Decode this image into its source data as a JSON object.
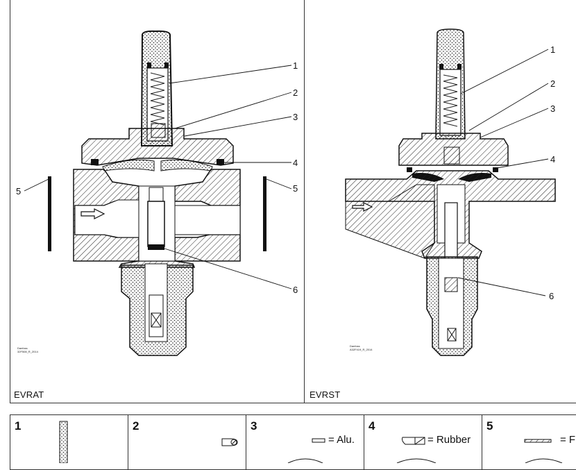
{
  "figures": [
    {
      "label": "EVRAT",
      "stamp": "Danfoss\n32F508_R_2014",
      "callouts": [
        "1",
        "2",
        "3",
        "4",
        "5",
        "5",
        "6"
      ]
    },
    {
      "label": "EVRST",
      "stamp": "Danfoss\nA32F419_R_2014",
      "callouts": [
        "1",
        "2",
        "3",
        "4",
        "6"
      ]
    }
  ],
  "legend": [
    {
      "number": "1",
      "text": ""
    },
    {
      "number": "2",
      "text": ""
    },
    {
      "number": "3",
      "text": "= Alu."
    },
    {
      "number": "4",
      "text": "= Rubber"
    },
    {
      "number": "5",
      "text": "= Fi"
    }
  ],
  "icons": [
    "hatch-pattern",
    "dot-pattern",
    "arrow-right-icon",
    "x-box-icon",
    "gasket-icon",
    "o-ring-icon",
    "rubber-swatch-icon",
    "alu-swatch-icon",
    "fibre-swatch-icon"
  ]
}
